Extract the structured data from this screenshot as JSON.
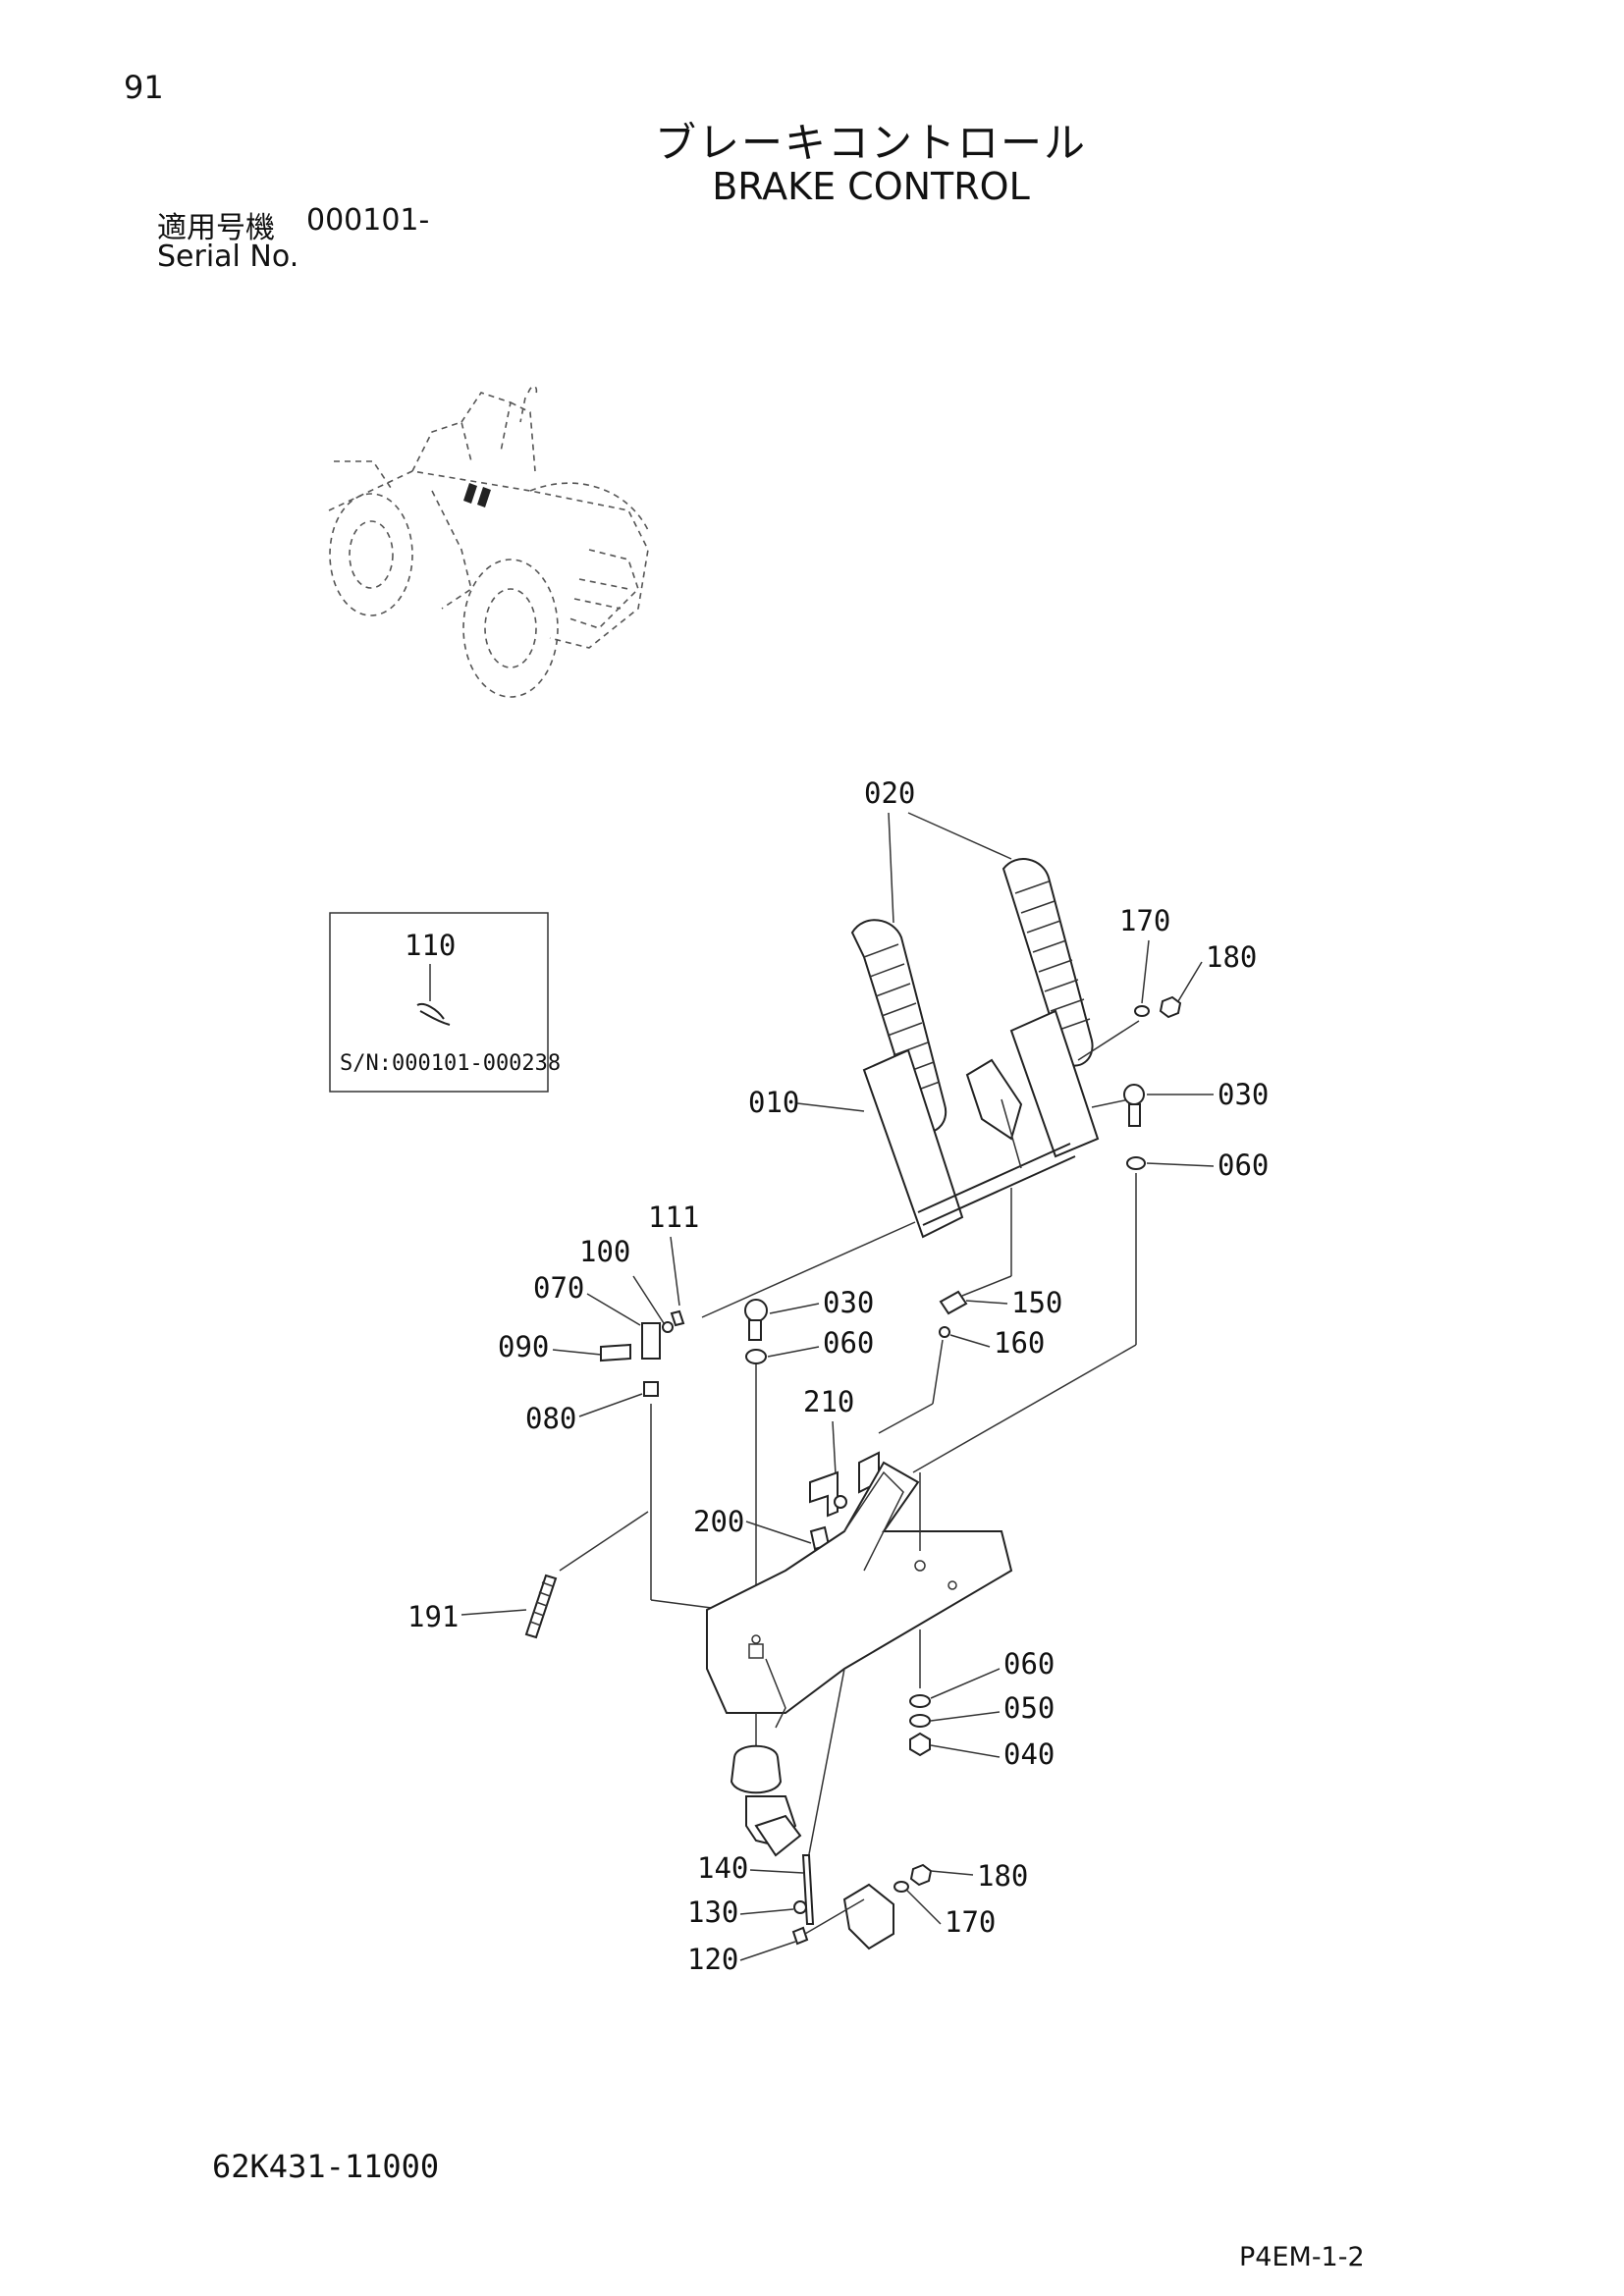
{
  "page_number": "91",
  "title_jp": "ブレーキコントロール",
  "title_en": "BRAKE CONTROL",
  "serial": {
    "label_jp": "適用号機",
    "range": "000101-",
    "label_en": "Serial No."
  },
  "inset": {
    "part_label": "110",
    "serial_note": "S/N:000101-000238"
  },
  "callouts": {
    "c020": "020",
    "c170a": "170",
    "c180a": "180",
    "c010": "010",
    "c030a": "030",
    "c060a": "060",
    "c111": "111",
    "c100": "100",
    "c070": "070",
    "c090": "090",
    "c080": "080",
    "c030b": "030",
    "c060b": "060",
    "c150": "150",
    "c160": "160",
    "c210": "210",
    "c200": "200",
    "c191": "191",
    "c060c": "060",
    "c050": "050",
    "c040": "040",
    "c140": "140",
    "c130": "130",
    "c120": "120",
    "c180b": "180",
    "c170b": "170"
  },
  "drawing_number": "62K431-11000",
  "page_code": "P4EM-1-2"
}
